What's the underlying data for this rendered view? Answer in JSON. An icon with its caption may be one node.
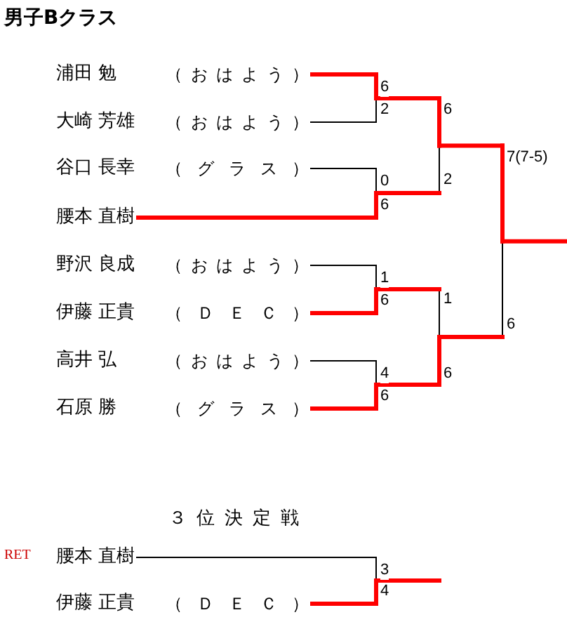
{
  "diagram": {
    "title": "男子Bクラス",
    "nodes": [
      {
        "text": [
          "浦田 勉",
          "（ お は よ う ）"
        ]
      },
      {
        "text": [
          "大崎 芳雄",
          "（ お は よ う ）"
        ]
      },
      {
        "text": [
          "谷口 長幸",
          "（ グ ラ ス ）"
        ]
      },
      {
        "text": [
          "腰本 直樹"
        ]
      },
      {
        "text": [
          "野沢 良成",
          "（ お は よ う ）"
        ]
      },
      {
        "text": [
          "伊藤 正貴",
          "（ Ｄ Ｅ Ｃ ）"
        ]
      },
      {
        "text": [
          "高井 弘",
          "（ お は よ う ）"
        ]
      },
      {
        "text": [
          "石原 勝",
          "（ グ ラ ス ）"
        ]
      },
      {
        "text": [
          "腰本 直樹"
        ],
        "beside": [
          "RET"
        ]
      },
      {
        "text": [
          "伊藤 正貴",
          "（ Ｄ Ｅ Ｃ ）"
        ]
      }
    ],
    "edges": [
      {
        "from": 0,
        "to": null,
        "arrow": "none",
        "label": "6",
        "style": "thick",
        "color": "#ff0000"
      },
      {
        "from": 1,
        "to": null,
        "arrow": "none",
        "label": "2",
        "color": "#000000"
      },
      {
        "from": 2,
        "to": null,
        "arrow": "none",
        "label": "0",
        "color": "#000000"
      },
      {
        "from": 3,
        "to": null,
        "arrow": "none",
        "label": "6",
        "style": "thick",
        "color": "#ff0000"
      },
      {
        "from": 4,
        "to": null,
        "arrow": "none",
        "label": "1",
        "color": "#000000"
      },
      {
        "from": 5,
        "to": null,
        "arrow": "none",
        "label": "6",
        "style": "thick",
        "color": "#ff0000"
      },
      {
        "from": 6,
        "to": null,
        "arrow": "none",
        "label": "4",
        "color": "#000000"
      },
      {
        "from": 7,
        "to": null,
        "arrow": "none",
        "label": "6",
        "style": "thick",
        "color": "#ff0000"
      },
      {
        "from": 8,
        "to": null,
        "arrow": "none",
        "label": "3",
        "color": "#000000"
      },
      {
        "from": 9,
        "to": null,
        "arrow": "none",
        "label": "4",
        "style": "thick",
        "color": "#ff0000"
      }
    ],
    "labels": [
      "6",
      "7(7-5)",
      "2",
      "1",
      "6",
      "6",
      "３位決定戦"
    ]
  }
}
